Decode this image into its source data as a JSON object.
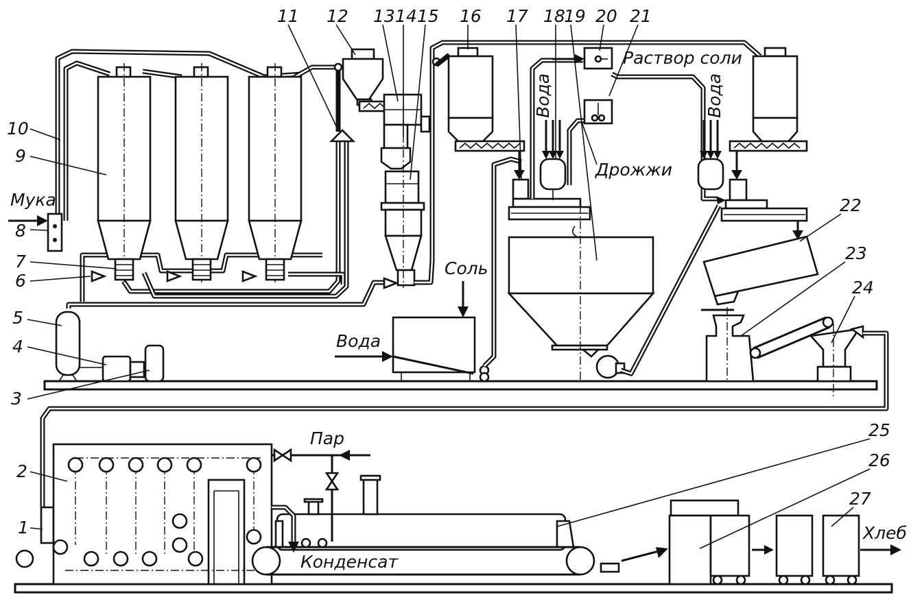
{
  "labels": {
    "flour": "Мука",
    "salt": "Соль",
    "water_salt": "Вода",
    "water_18": "Вода",
    "water_right": "Вода",
    "salt_solution": "Раствор соли",
    "yeast": "Дрожжи",
    "steam": "Пар",
    "condensate": "Конденсат",
    "bread": "Хлеб"
  },
  "numbers": {
    "n1": "1",
    "n2": "2",
    "n3": "3",
    "n4": "4",
    "n5": "5",
    "n6": "6",
    "n7": "7",
    "n8": "8",
    "n9": "9",
    "n10": "10",
    "n11": "11",
    "n12": "12",
    "n13": "13",
    "n14": "14",
    "n15": "15",
    "n16": "16",
    "n17": "17",
    "n18": "18",
    "n19": "19",
    "n20": "20",
    "n21": "21",
    "n22": "22",
    "n23": "23",
    "n24": "24",
    "n25": "25",
    "n26": "26",
    "n27": "27"
  }
}
